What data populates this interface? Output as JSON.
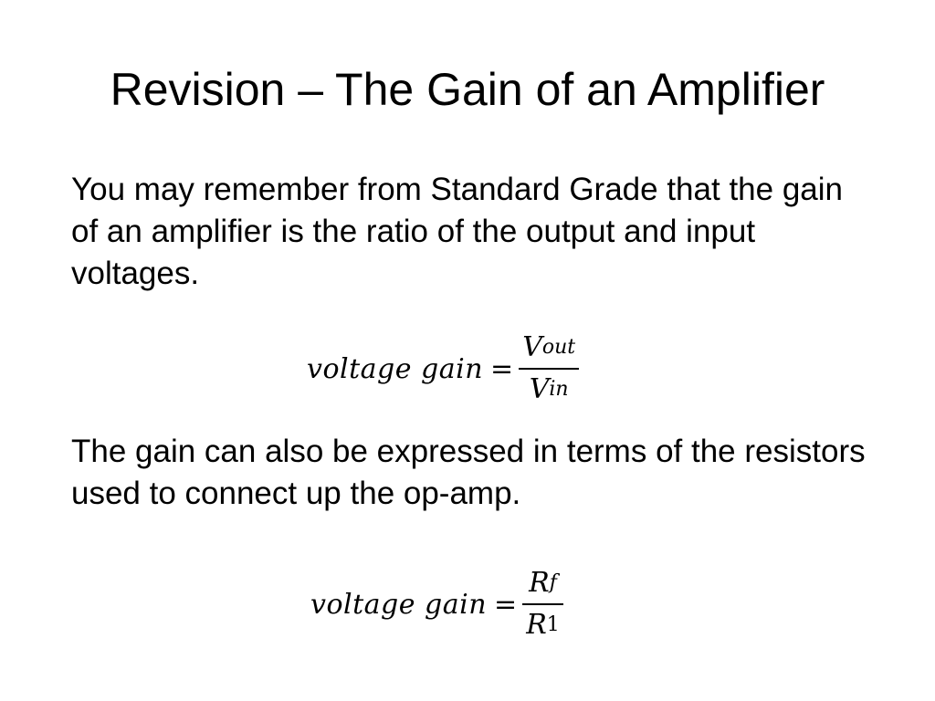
{
  "slide": {
    "title": "Revision – The Gain of an Amplifier",
    "paragraph_1": "You may remember from Standard Grade that the gain of an amplifier is the ratio of the output and input voltages.",
    "formula_1": {
      "lhs": "voltage gain",
      "equals": "=",
      "numerator_var": "V",
      "numerator_sub": "out",
      "denominator_var": "V",
      "denominator_sub": "in"
    },
    "paragraph_2": "The gain can also be expressed in terms of the resistors used to connect up the op-amp.",
    "formula_2": {
      "lhs": "voltage gain",
      "equals": "=",
      "numerator_var": "R",
      "numerator_sub": "f",
      "denominator_var": "R",
      "denominator_sub": "1"
    }
  }
}
